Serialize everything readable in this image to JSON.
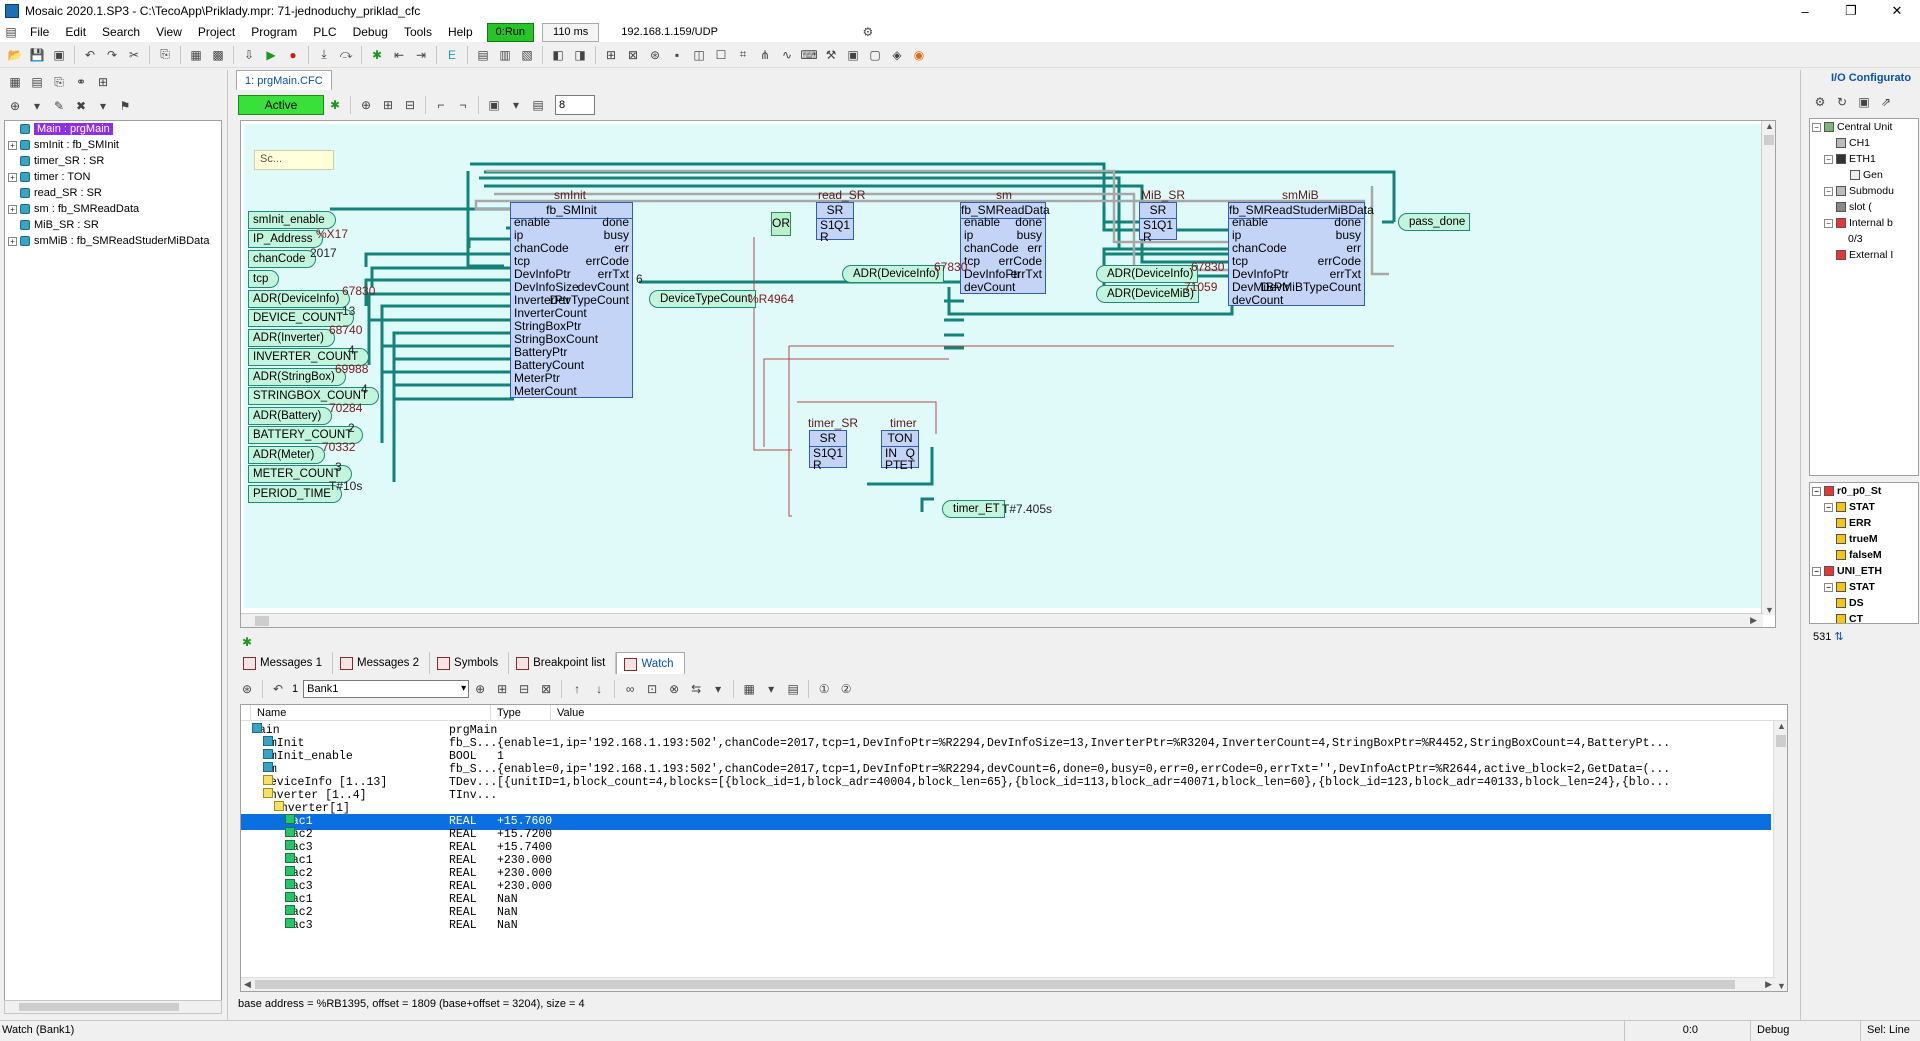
{
  "window": {
    "title": "Mosaic 2020.1.SP3 - C:\\TecoApp\\Priklady.mpr: 71-jednoduchy_priklad_cfc",
    "minimize": "–",
    "maximize": "❐",
    "close": "✕"
  },
  "menu": [
    "File",
    "Edit",
    "Search",
    "View",
    "Project",
    "Program",
    "PLC",
    "Debug",
    "Tools",
    "Help"
  ],
  "run_status": "0:Run",
  "cycle_time": "110 ms",
  "ip": "192.168.1.159/UDP",
  "left_tree": {
    "root": "Main : prgMain",
    "items": [
      "smInit : fb_SMInit",
      "timer_SR : SR",
      "timer : TON",
      "read_SR : SR",
      "sm : fb_SMReadData",
      "MiB_SR : SR",
      "smMiB : fb_SMReadStuderMiBData"
    ]
  },
  "editor": {
    "tab": "1: prgMain.CFC",
    "active_label": "Active",
    "zoom": "8",
    "comment": "Sc..."
  },
  "cfc": {
    "inputs": [
      {
        "label": "smInit_enable",
        "value": ""
      },
      {
        "label": "IP_Address",
        "value": "%X17"
      },
      {
        "label": "chanCode",
        "value": "2017"
      },
      {
        "label": "tcp",
        "value": ""
      },
      {
        "label": "ADR(DeviceInfo)",
        "value": "67830"
      },
      {
        "label": "DEVICE_COUNT",
        "value": "13"
      },
      {
        "label": "ADR(Inverter)",
        "value": "68740"
      },
      {
        "label": "INVERTER_COUNT",
        "value": "4"
      },
      {
        "label": "ADR(StringBox)",
        "value": "69988"
      },
      {
        "label": "STRINGBOX_COUNT",
        "value": "4"
      },
      {
        "label": "ADR(Battery)",
        "value": "70284"
      },
      {
        "label": "BATTERY_COUNT",
        "value": "2"
      },
      {
        "label": "ADR(Meter)",
        "value": "70332"
      },
      {
        "label": "METER_COUNT",
        "value": "3"
      },
      {
        "label": "PERIOD_TIME",
        "value": "T#10s"
      }
    ],
    "smInit": {
      "name": "smInit",
      "type": "fb_SMInit",
      "in": [
        "enable",
        "ip",
        "chanCode",
        "tcp",
        "DevInfoPtr",
        "DevInfoSize",
        "InverterPtr",
        "InverterCount",
        "StringBoxPtr",
        "StringBoxCount",
        "BatteryPtr",
        "BatteryCount",
        "MeterPtr",
        "MeterCount"
      ],
      "out": [
        "done",
        "busy",
        "err",
        "errCode",
        "errTxt",
        "devCount",
        "DevTypeCount"
      ],
      "devcount_value": "6"
    },
    "devtype_out": {
      "label": "DeviceTypeCount",
      "value": "%R4964"
    },
    "or": "OR",
    "read_sr": {
      "name": "read_SR",
      "type": "SR",
      "pins": [
        "S1",
        "Q1",
        "R"
      ]
    },
    "sm": {
      "name": "sm",
      "type": "fb_SMReadData",
      "in": [
        "enable",
        "ip",
        "chanCode",
        "tcp",
        "DevInfoPtr",
        "devCount"
      ],
      "out": [
        "done",
        "busy",
        "err",
        "errCode",
        "errTxt"
      ],
      "adr_label": "ADR(DeviceInfo)",
      "adr_value": "67830"
    },
    "mib_sr": {
      "name": "MiB_SR",
      "type": "SR",
      "pins": [
        "S1",
        "Q1",
        "R"
      ]
    },
    "smMiB": {
      "name": "smMiB",
      "type": "fb_SMReadStuderMiBData",
      "in": [
        "enable",
        "ip",
        "chanCode",
        "tcp",
        "DevInfoPtr",
        "DevMiBPtr",
        "devCount"
      ],
      "out": [
        "done",
        "busy",
        "err",
        "errCode",
        "errTxt",
        "DevMiBTypeCount"
      ],
      "adr1_label": "ADR(DeviceInfo)",
      "adr1_value": "67830",
      "adr2_label": "ADR(DeviceMiB)",
      "adr2_value": "71059"
    },
    "pass_done": "pass_done",
    "timer_sr": {
      "name": "timer_SR",
      "type": "SR",
      "pins": [
        "S1",
        "Q1",
        "R"
      ]
    },
    "timer": {
      "name": "timer",
      "type": "TON",
      "pins": [
        "IN",
        "Q",
        "PT",
        "ET"
      ]
    },
    "timer_et": {
      "label": "timer_ET",
      "value": "T#7.405s"
    }
  },
  "bottom": {
    "tabs": [
      "Messages 1",
      "Messages 2",
      "Symbols",
      "Breakpoint list",
      "Watch"
    ],
    "bank": "Bank1",
    "bank_num": "1",
    "cols": [
      "Name",
      "Type",
      "Value"
    ],
    "rows": [
      {
        "name": "Main",
        "type": "prgMain",
        "value": "",
        "indent": 1,
        "exp": "−",
        "icon": "b",
        "sel": false
      },
      {
        "name": "smInit",
        "type": "fb_S...",
        "value": "{enable=1,ip='192.168.1.193:502',chanCode=2017,tcp=1,DevInfoPtr=%R2294,DevInfoSize=13,InverterPtr=%R3204,InverterCount=4,StringBoxPtr=%R4452,StringBoxCount=4,BatteryPt...",
        "indent": 2,
        "exp": "+",
        "icon": "b",
        "sel": false
      },
      {
        "name": "smInit_enable",
        "type": "BOOL",
        "value": "1",
        "indent": 2,
        "exp": "",
        "icon": "b",
        "sel": false
      },
      {
        "name": "sm",
        "type": "fb_S...",
        "value": "{enable=0,ip='192.168.1.193:502',chanCode=2017,tcp=1,DevInfoPtr=%R2294,devCount=6,done=0,busy=0,err=0,errCode=0,errTxt='',DevInfoActPtr=%R2644,active_block=2,GetData=(...",
        "indent": 2,
        "exp": "+",
        "icon": "b",
        "sel": false
      },
      {
        "name": "DeviceInfo [1..13]",
        "type": "TDev...",
        "value": "[{unitID=1,block_count=4,blocks=[{block_id=1,block_adr=40004,block_len=65},{block_id=113,block_adr=40071,block_len=60},{block_id=123,block_adr=40133,block_len=24},{blo...",
        "indent": 2,
        "exp": "+",
        "icon": "y",
        "sel": false
      },
      {
        "name": "Inverter [1..4]",
        "type": "TInv...",
        "value": "",
        "indent": 2,
        "exp": "−",
        "icon": "y",
        "sel": false
      },
      {
        "name": "Inverter[1]",
        "type": "",
        "value": "",
        "indent": 3,
        "exp": "−",
        "icon": "y",
        "sel": false
      },
      {
        "name": "iac1",
        "type": "REAL",
        "value": "+15.7600",
        "indent": 4,
        "exp": "",
        "icon": "g",
        "sel": true
      },
      {
        "name": "iac2",
        "type": "REAL",
        "value": "+15.7200",
        "indent": 4,
        "exp": "",
        "icon": "g",
        "sel": false
      },
      {
        "name": "iac3",
        "type": "REAL",
        "value": "+15.7400",
        "indent": 4,
        "exp": "",
        "icon": "g",
        "sel": false
      },
      {
        "name": "uac1",
        "type": "REAL",
        "value": "+230.000",
        "indent": 4,
        "exp": "",
        "icon": "g",
        "sel": false
      },
      {
        "name": "uac2",
        "type": "REAL",
        "value": "+230.000",
        "indent": 4,
        "exp": "",
        "icon": "g",
        "sel": false
      },
      {
        "name": "uac3",
        "type": "REAL",
        "value": "+230.000",
        "indent": 4,
        "exp": "",
        "icon": "g",
        "sel": false
      },
      {
        "name": "Pac1",
        "type": "REAL",
        "value": "NaN",
        "indent": 4,
        "exp": "",
        "icon": "g",
        "sel": false
      },
      {
        "name": "Pac2",
        "type": "REAL",
        "value": "NaN",
        "indent": 4,
        "exp": "",
        "icon": "g",
        "sel": false
      },
      {
        "name": "Pac3",
        "type": "REAL",
        "value": "NaN",
        "indent": 4,
        "exp": "",
        "icon": "g",
        "sel": false
      }
    ],
    "base_info": "base address = %RB1395, offset = 1809 (base+offset = 3204), size = 4"
  },
  "right": {
    "title": "I/O Configurato",
    "tree": [
      "Central Unit",
      "CH1",
      "ETH1",
      "Gen",
      "Submodu",
      "slot (",
      "Internal b",
      "0/3",
      "External I"
    ],
    "count": "531",
    "tree2": [
      "r0_p0_St",
      "STAT",
      "ERR",
      "trueM",
      "falseM",
      "UNI_ETH",
      "STAT",
      "DS",
      "CT"
    ]
  },
  "status": {
    "left": "Watch (Bank1)",
    "pos": "0:0",
    "mode": "Debug",
    "sel": "Sel: Line"
  }
}
